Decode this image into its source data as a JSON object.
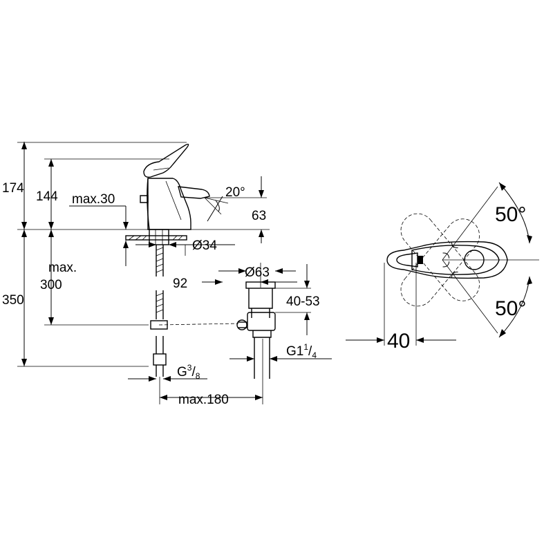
{
  "dimensions": {
    "total_height": "174",
    "handle_height": "144",
    "max_thickness": "max.30",
    "spout_angle": "20°",
    "spout_height": "63",
    "hole_diameter": "Ø34",
    "max_label": "max.",
    "max_300": "300",
    "below_height": "350",
    "spout_reach": "92",
    "waste_diameter": "Ø63",
    "waste_range": "40-53",
    "waste_thread_base": "G1",
    "waste_thread_num": "1",
    "waste_thread_den": "4",
    "supply_thread_base": "G",
    "supply_thread_num": "3",
    "supply_thread_den": "8",
    "max_180": "max.180",
    "angle_top": "50°",
    "angle_bottom": "50°",
    "handle_width": "40"
  }
}
